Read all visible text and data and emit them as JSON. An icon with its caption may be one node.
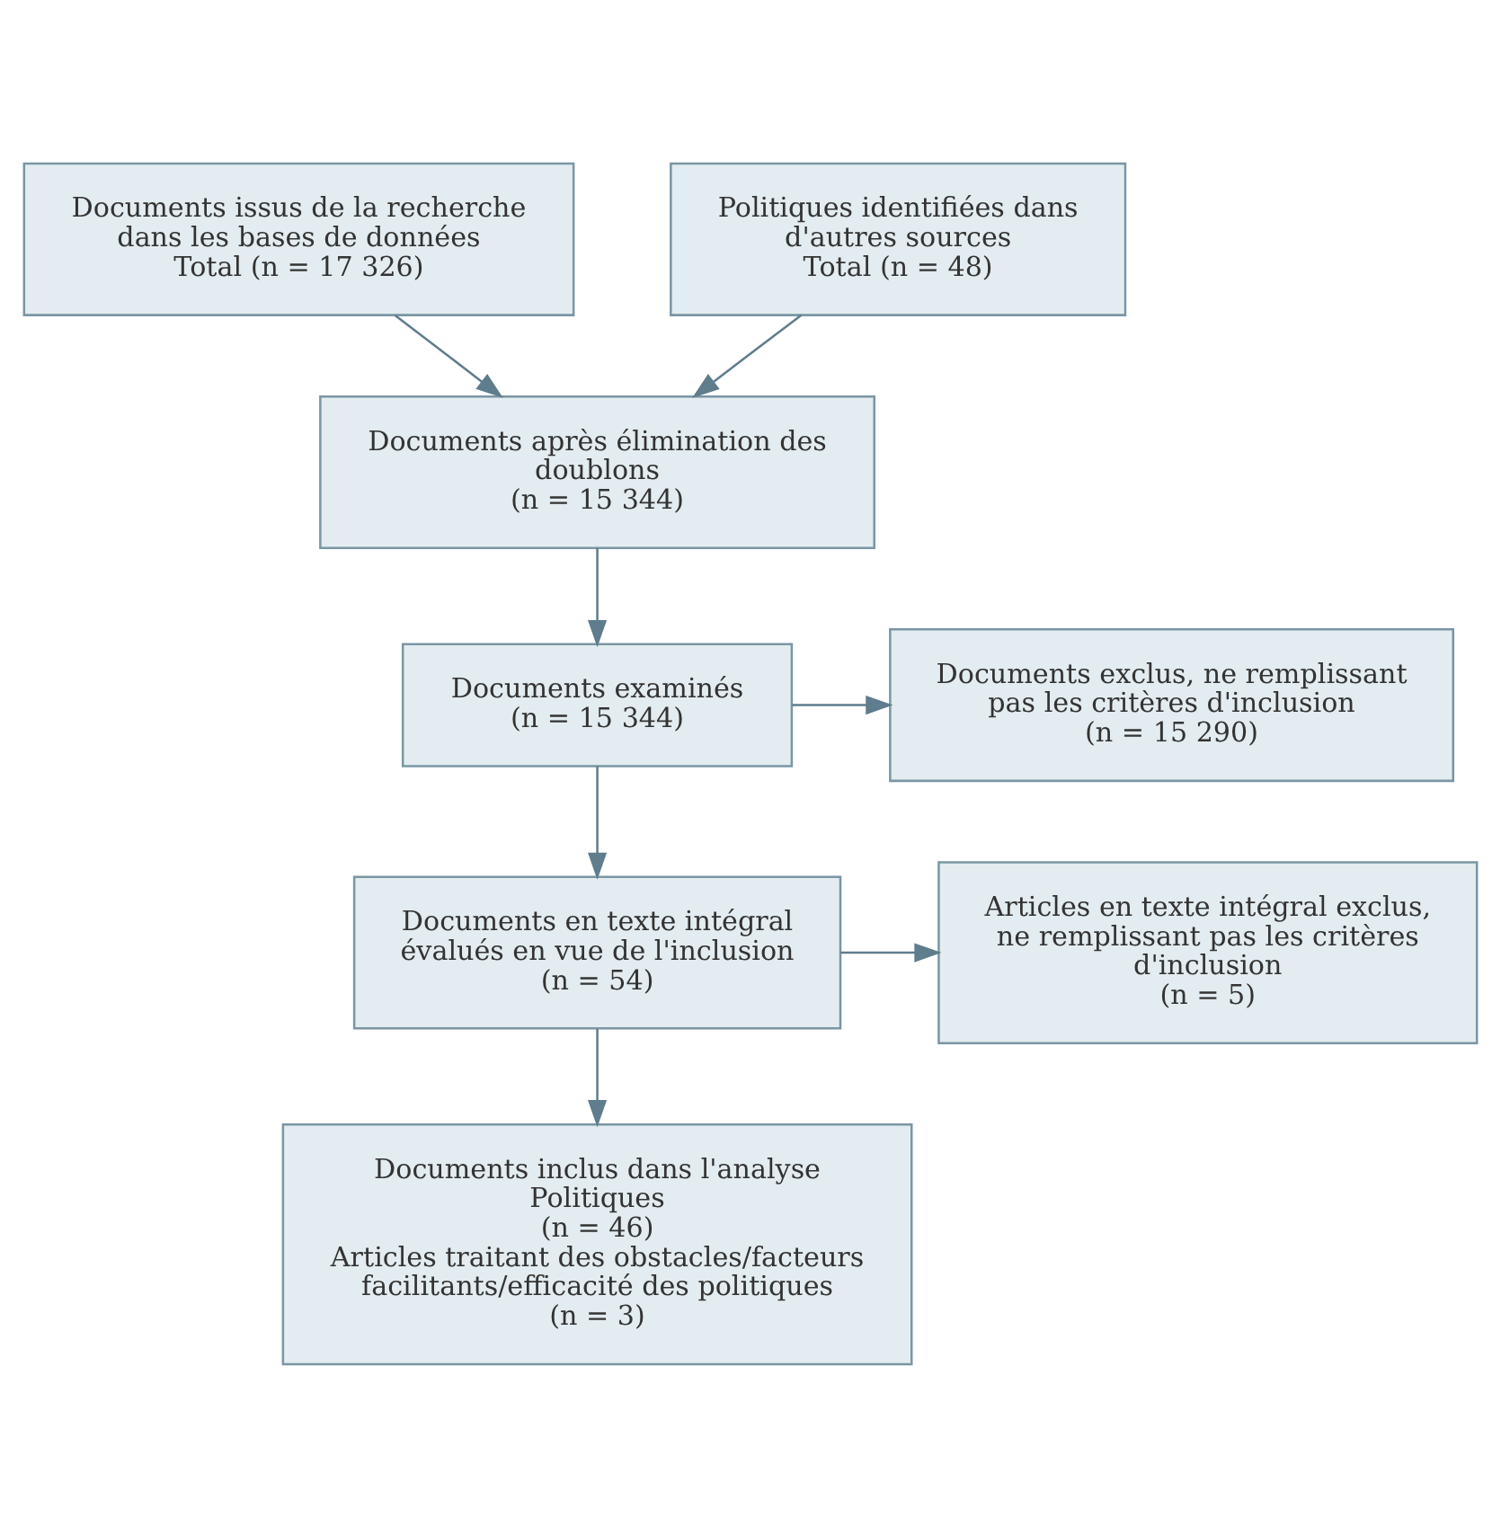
{
  "diagram": {
    "nodes": [
      {
        "text": [
          "Documents issus de la recherche dans les bases de données",
          "Total (n = 17 326)"
        ]
      },
      {
        "text": [
          "Politiques identifiées dans d'autres sources",
          "Total (n = 48)"
        ]
      },
      {
        "text": [
          "Documents après élimination des doublons",
          "(n = 15 344)"
        ]
      },
      {
        "text": [
          "Documents examinés",
          "(n = 15 344)"
        ]
      },
      {
        "text": [
          "Documents exclus, ne remplissant pas les critères d'inclusion",
          "(n = 15 290)"
        ]
      },
      {
        "text": [
          "Documents en texte intégral évalués en vue de l'inclusion",
          "(n = 54)"
        ]
      },
      {
        "text": [
          "Articles en texte intégral exclus, ne remplissant pas les critères d'inclusion",
          "(n = 5)"
        ]
      },
      {
        "text": [
          "Documents inclus dans l'analyse",
          "Politiques",
          "(n = 46)",
          "Articles traitant des obstacles/facteurs facilitants/efficacité des politiques",
          "(n = 3)"
        ]
      }
    ],
    "edges": [
      {
        "from": 0,
        "to": 2,
        "arrow": "to"
      },
      {
        "from": 1,
        "to": 2,
        "arrow": "to"
      },
      {
        "from": 2,
        "to": 3,
        "arrow": "to"
      },
      {
        "from": 3,
        "to": 4,
        "arrow": "to"
      },
      {
        "from": 3,
        "to": 5,
        "arrow": "to"
      },
      {
        "from": 5,
        "to": 6,
        "arrow": "to"
      },
      {
        "from": 5,
        "to": 7,
        "arrow": "to"
      }
    ]
  }
}
